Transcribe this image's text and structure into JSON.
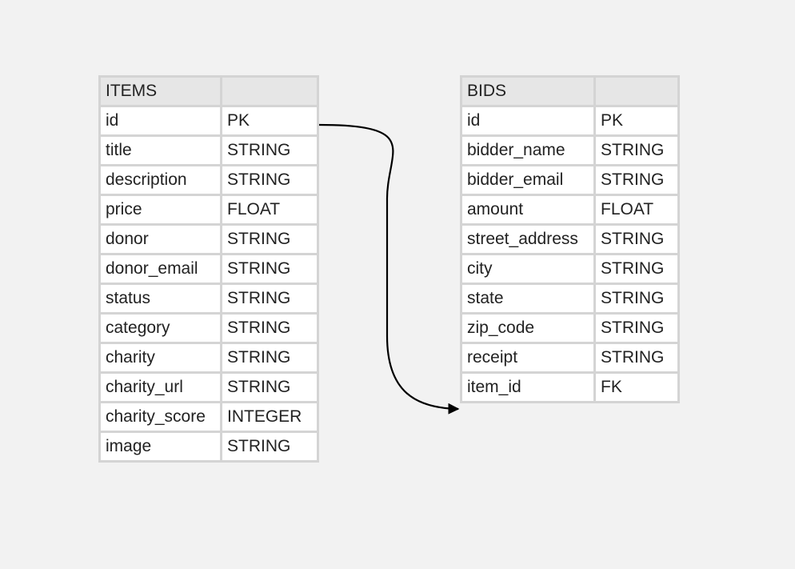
{
  "entities": [
    {
      "name": "ITEMS",
      "fields": [
        {
          "name": "id",
          "type": "PK"
        },
        {
          "name": "title",
          "type": "STRING"
        },
        {
          "name": "description",
          "type": "STRING"
        },
        {
          "name": "price",
          "type": "FLOAT"
        },
        {
          "name": "donor",
          "type": "STRING"
        },
        {
          "name": "donor_email",
          "type": "STRING"
        },
        {
          "name": "status",
          "type": "STRING"
        },
        {
          "name": "category",
          "type": "STRING"
        },
        {
          "name": "charity",
          "type": "STRING"
        },
        {
          "name": "charity_url",
          "type": "STRING"
        },
        {
          "name": "charity_score",
          "type": "INTEGER"
        },
        {
          "name": "image",
          "type": "STRING"
        }
      ]
    },
    {
      "name": "BIDS",
      "fields": [
        {
          "name": "id",
          "type": "PK"
        },
        {
          "name": "bidder_name",
          "type": "STRING"
        },
        {
          "name": "bidder_email",
          "type": "STRING"
        },
        {
          "name": "amount",
          "type": "FLOAT"
        },
        {
          "name": "street_address",
          "type": "STRING"
        },
        {
          "name": "city",
          "type": "STRING"
        },
        {
          "name": "state",
          "type": "STRING"
        },
        {
          "name": "zip_code",
          "type": "STRING"
        },
        {
          "name": "receipt",
          "type": "STRING"
        },
        {
          "name": "item_id",
          "type": "FK"
        }
      ]
    }
  ],
  "relationships": [
    {
      "from": "ITEMS.id",
      "to": "BIDS.item_id"
    }
  ],
  "colors": {
    "background": "#f2f2f2",
    "header_fill": "#e6e6e6",
    "cell_fill": "#ffffff",
    "border": "#d4d4d4",
    "text": "#222222",
    "connector": "#000000"
  }
}
